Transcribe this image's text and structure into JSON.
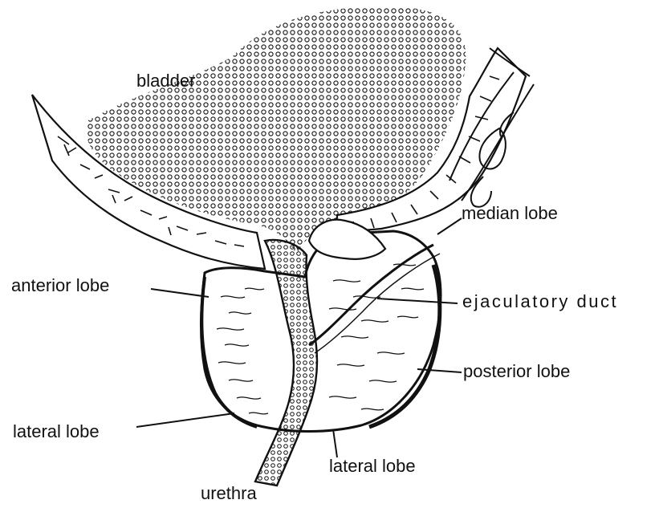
{
  "figure": {
    "labels": {
      "bladder": "bladder",
      "median_lobe": "median lobe",
      "anterior_lobe": "anterior lobe",
      "ejaculatory_duct": "ejaculatory duct",
      "posterior_lobe": "posterior lobe",
      "lateral_lobe_left": "lateral lobe",
      "lateral_lobe_right": "lateral lobe",
      "urethra": "urethra"
    },
    "colors": {
      "ink": "#111111",
      "background": "#ffffff"
    }
  }
}
